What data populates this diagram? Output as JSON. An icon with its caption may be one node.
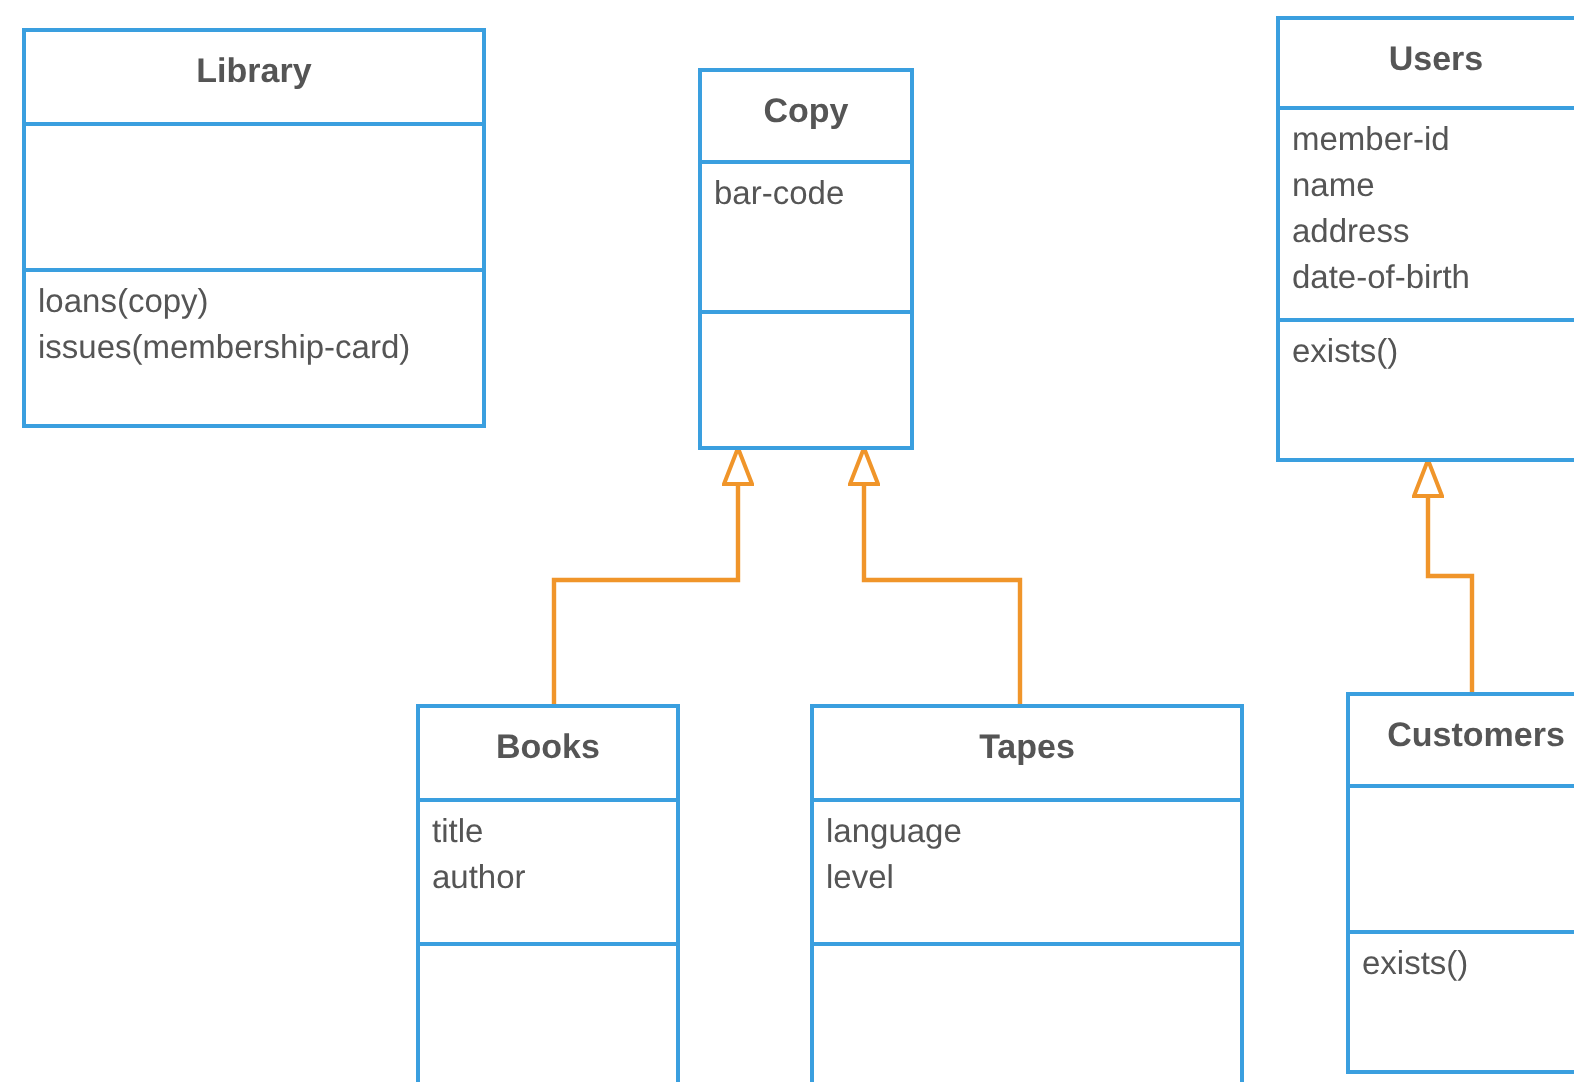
{
  "diagram": {
    "nodes": [
      {
        "text": [
          "Library",
          "loans(copy)",
          "issues(membership-card)"
        ]
      },
      {
        "text": [
          "Copy",
          "bar-code"
        ]
      },
      {
        "text": [
          "Users",
          "member-id",
          "name",
          "address",
          "date-of-birth",
          "exists()"
        ]
      },
      {
        "text": [
          "Books",
          "title",
          "author"
        ]
      },
      {
        "text": [
          "Tapes",
          "language",
          "level"
        ]
      },
      {
        "text": [
          "Customers",
          "exists()"
        ]
      }
    ],
    "edges": [
      {
        "from": 3,
        "to": 1,
        "arrow": "to"
      },
      {
        "from": 4,
        "to": 1,
        "arrow": "to"
      },
      {
        "from": 5,
        "to": 2,
        "arrow": "to"
      }
    ]
  }
}
